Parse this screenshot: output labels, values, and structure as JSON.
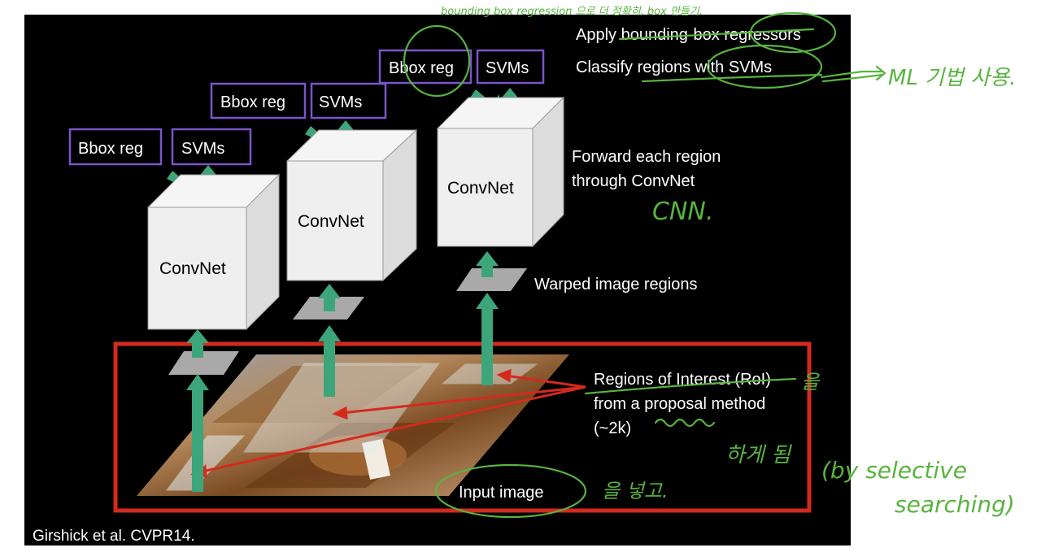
{
  "slide": {
    "ops": {
      "bbox_reg": "Bbox reg",
      "svms": "SVMs",
      "convnet": "ConvNet"
    },
    "steps": {
      "apply": "Apply bounding-box regressors",
      "classify": "Classify regions with SVMs",
      "forward_1": "Forward each region",
      "forward_2": "through ConvNet",
      "warped": "Warped image regions",
      "roi_1": "Regions of Interest (RoI)",
      "roi_2": "from a proposal method",
      "roi_3": "(~2k)",
      "input": "Input image"
    },
    "citation": "Girshick et al. CVPR14."
  },
  "notes": {
    "top": "bounding box regression 으로 더 정확히, box 만들기.",
    "ml": "ML 기법 사용.",
    "cnn": "CNN.",
    "roi_suffix": "을",
    "hagedoem": "하게 됨",
    "insert": "을 넣고.",
    "selective_1": "(by selective",
    "selective_2": "searching)"
  },
  "colors": {
    "background": "#000000",
    "op_box_border": "#7a55c7",
    "arrow": "#3da57a",
    "frame_red": "#d42a1e",
    "annotation_green": "#58b43f",
    "cube_face": "#efefef"
  }
}
